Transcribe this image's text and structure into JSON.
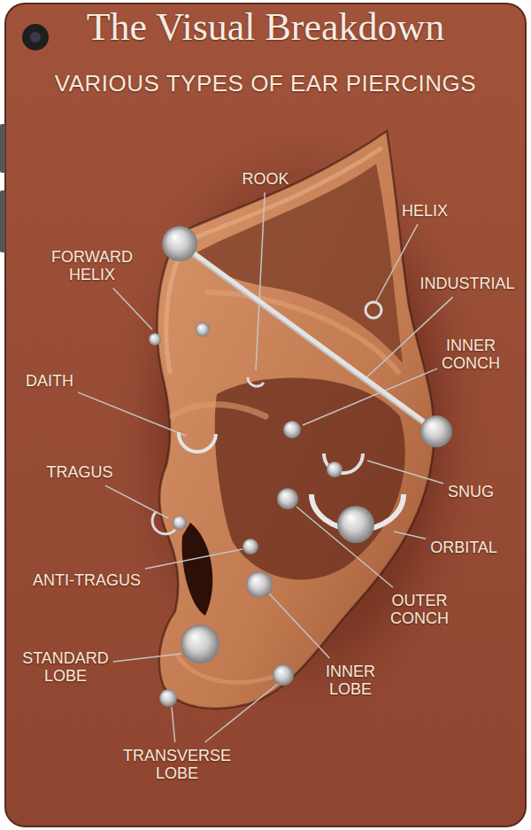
{
  "diagram": {
    "title": "The Visual Breakdown",
    "labels": [
      "VARIOUS TYPES OF EAR PIERCINGS",
      "ROOK",
      "HELIX",
      "FORWARD HELIX",
      "INDUSTRIAL",
      "INNER CONCH",
      "DAITH",
      "TRAGUS",
      "SNUG",
      "ANTI-TRAGUS",
      "ORBITAL",
      "OUTER CONCH",
      "STANDARD LOBE",
      "INNER LOBE",
      "TRANSVERSE LOBE"
    ]
  }
}
